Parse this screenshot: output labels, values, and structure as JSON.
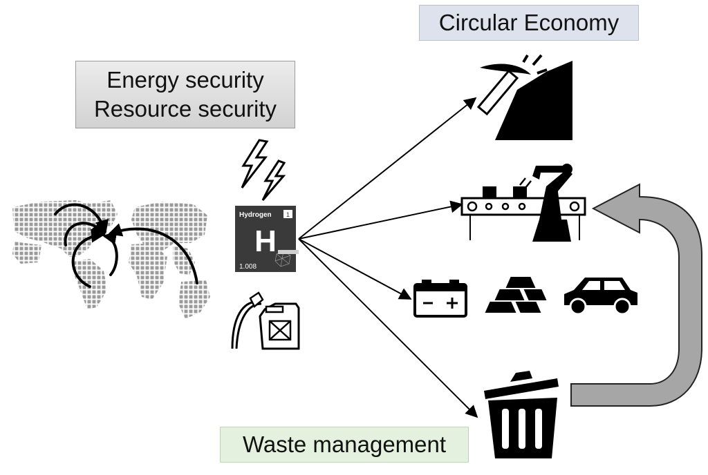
{
  "labels": {
    "security_line1": "Energy security",
    "security_line2": "Resource security",
    "circular_economy": "Circular Economy",
    "waste_management": "Waste management"
  },
  "element_tile": {
    "name": "Hydrogen",
    "atomic_number": "1",
    "symbol": "H",
    "atomic_mass": "1.008"
  },
  "icons": [
    "world-map-icon",
    "lightning-icon",
    "hydrogen-element-icon",
    "fuel-can-icon",
    "mining-pickaxe-icon",
    "robot-assembly-line-icon",
    "battery-icon",
    "metal-ingots-icon",
    "car-icon",
    "trash-bin-icon",
    "recycle-return-arrow"
  ],
  "colors": {
    "security_box": "#d9d9d9",
    "circular_box": "#dde2ec",
    "waste_box": "#e3f1de",
    "return_arrow": "#a6a6a6",
    "icon": "#111111"
  }
}
